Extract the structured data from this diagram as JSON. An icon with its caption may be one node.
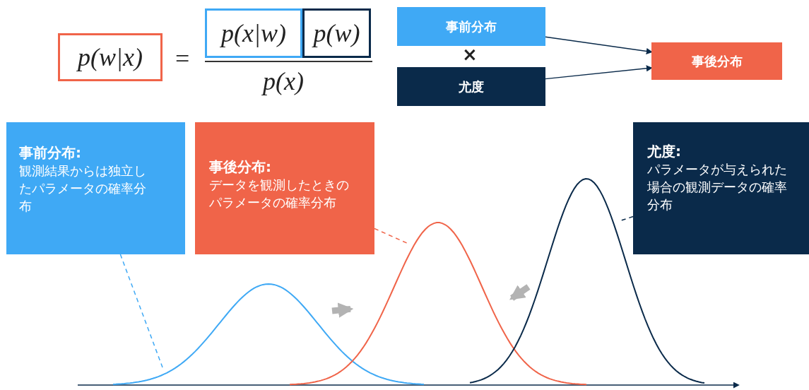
{
  "diagram": {
    "nodes": [
      {
        "text": [
          "p(w|x)"
        ]
      },
      {
        "text": [
          "p(x|w)"
        ]
      },
      {
        "text": [
          "p(w)"
        ]
      },
      {
        "text": [
          "事前分布"
        ]
      },
      {
        "text": [
          "尤度"
        ]
      },
      {
        "text": [
          "事後分布"
        ]
      },
      {
        "text": [
          "事前分布:",
          "観測結果からは独立したパラメータの確率分布"
        ]
      },
      {
        "text": [
          "事後分布:",
          "データを観測したときのパラメータの確率分布"
        ]
      },
      {
        "text": [
          "尤度:",
          "パラメータが与えられた場合の観測データの確率分布"
        ]
      },
      {
        "text": [],
        "shape": "curve"
      },
      {
        "text": [],
        "shape": "curve"
      },
      {
        "text": [],
        "shape": "curve"
      }
    ],
    "edges": [
      {
        "from": 3,
        "to": 5,
        "arrow": "to"
      },
      {
        "from": 4,
        "to": 5,
        "arrow": "to"
      },
      {
        "from": 6,
        "to": 9,
        "arrow": "none",
        "style": "dashed",
        "color": "#3fa9f5"
      },
      {
        "from": 7,
        "to": 10,
        "arrow": "none",
        "style": "dashed",
        "color": "#f06449"
      },
      {
        "from": 8,
        "to": 11,
        "arrow": "none",
        "style": "dashed"
      },
      {
        "from": 9,
        "to": 10,
        "arrow": "to",
        "style": "thick",
        "color": "#b3b3b3"
      },
      {
        "from": 11,
        "to": 10,
        "arrow": "to",
        "style": "thick",
        "color": "#b3b3b3"
      }
    ],
    "labels": [
      "=",
      "p(x)",
      "×"
    ]
  }
}
